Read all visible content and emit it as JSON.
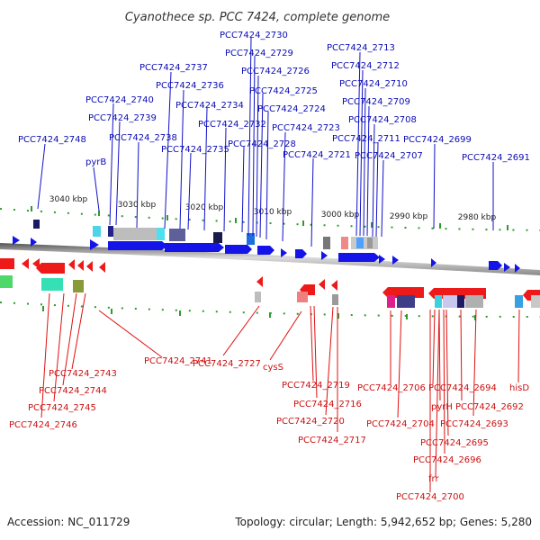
{
  "title": "Cyanothece sp. PCC 7424, complete genome",
  "footer": {
    "accession": "Accession: NC_011729",
    "summary": "Topology: circular; Length: 5,942,652 bp; Genes: 5,280"
  },
  "scale_ticks": [
    "3040 kbp",
    "3030 kbp",
    "3020 kbp",
    "3010 kbp",
    "3000 kbp",
    "2990 kbp",
    "2980 kbp"
  ],
  "forward_labels": [
    "PCC7424_2730",
    "PCC7424_2729",
    "PCC7424_2726",
    "PCC7424_2725",
    "PCC7424_2724",
    "PCC7424_2723",
    "PCC7424_2721",
    "PCC7424_2713",
    "PCC7424_2712",
    "PCC7424_2710",
    "PCC7424_2709",
    "PCC7424_2708",
    "PCC7424_2711",
    "PCC7424_2707",
    "PCC7424_2699",
    "PCC7424_2691",
    "PCC7424_2737",
    "PCC7424_2736",
    "PCC7424_2740",
    "PCC7424_2739",
    "PCC7424_2734",
    "PCC7424_2732",
    "PCC7424_2738",
    "PCC7424_2728",
    "PCC7424_2735",
    "PCC7424_2748",
    "pyrB"
  ],
  "reverse_labels": [
    "PCC7424_2741",
    "PCC7424_2727",
    "cysS",
    "PCC7424_2743",
    "PCC7424_2744",
    "PCC7424_2745",
    "PCC7424_2746",
    "PCC7424_2719",
    "PCC7424_2716",
    "PCC7424_2720",
    "PCC7424_2717",
    "PCC7424_2706",
    "PCC7424_2704",
    "PCC7424_2694",
    "pyrH",
    "PCC7424_2692",
    "PCC7424_2693",
    "PCC7424_2695",
    "PCC7424_2696",
    "frr",
    "PCC7424_2700",
    "hisD"
  ]
}
